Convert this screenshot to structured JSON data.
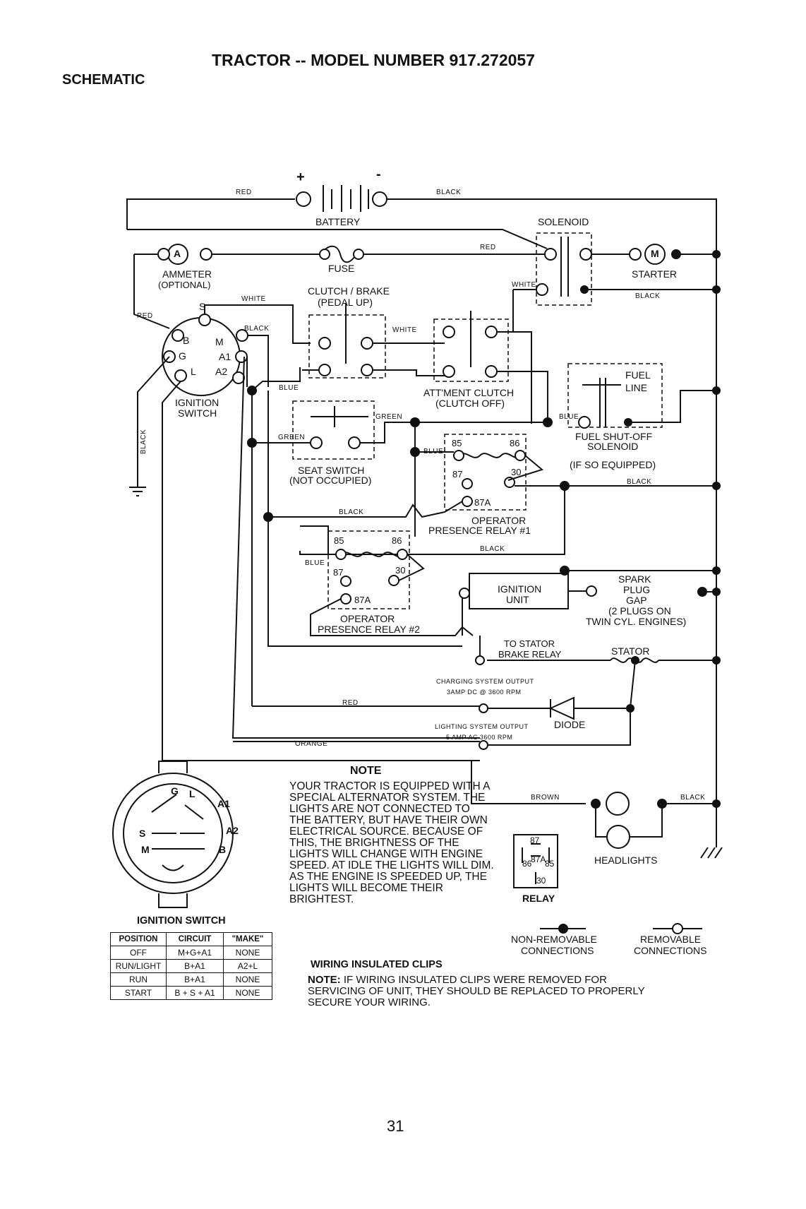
{
  "title": "TRACTOR -- MODEL NUMBER 917.272057",
  "section": "SCHEMATIC",
  "battery": {
    "label": "BATTERY",
    "plus": "+",
    "minus": "-"
  },
  "components": {
    "solenoid": "SOLENOID",
    "ammeter": "AMMETER",
    "ammeter_note": "(OPTIONAL)",
    "ammeter_symbol": "A",
    "fuse": "FUSE",
    "starter": "STARTER",
    "starter_symbol": "M",
    "clutch_brake": "CLUTCH / BRAKE",
    "clutch_brake_note": "(PEDAL UP)",
    "ignition_switch": "IGNITION",
    "ignition_switch2": "SWITCH",
    "attment_clutch": "ATT'MENT CLUTCH",
    "attment_clutch_note": "(CLUTCH OFF)",
    "fuel_line": "FUEL",
    "fuel_line2": "LINE",
    "fuel_shutoff": "FUEL SHUT-OFF",
    "fuel_shutoff2": "SOLENOID",
    "fuel_shutoff3": "(IF SO EQUIPPED)",
    "seat_switch": "SEAT SWITCH",
    "seat_switch_note": "(NOT OCCUPIED)",
    "relay1": "OPERATOR",
    "relay1b": "PRESENCE RELAY #1",
    "relay2": "OPERATOR",
    "relay2b": "PRESENCE RELAY #2",
    "ignition_unit": "IGNITION",
    "ignition_unit2": "UNIT",
    "spark_plug": "SPARK",
    "spark_plug2": "PLUG",
    "spark_plug3": "GAP",
    "spark_plug4": "(2 PLUGS ON",
    "spark_plug5": "TWIN CYL. ENGINES)",
    "to_stator": "TO STATOR",
    "brake_relay": "BRAKE RELAY",
    "stator": "STATOR",
    "charging": "CHARGING SYSTEM OUTPUT",
    "charging2": "3AMP DC @ 3600 RPM",
    "diode": "DIODE",
    "lighting": "LIGHTING SYSTEM OUTPUT",
    "lighting2": "5 AMP AC 3600 RPM",
    "headlights": "HEADLIGHTS",
    "relay": "RELAY"
  },
  "switch_terminals": [
    "S",
    "B",
    "M",
    "G",
    "A1",
    "L",
    "A2"
  ],
  "relay_pins": {
    "p85": "85",
    "p86": "86",
    "p87": "87",
    "p30": "30",
    "p87a": "87A"
  },
  "wire_colors": {
    "red": "RED",
    "black": "BLACK",
    "white": "WHITE",
    "blue": "BLUE",
    "green": "GREEN",
    "brown": "BROWN",
    "orange": "ORANGE"
  },
  "note": {
    "title": "NOTE",
    "body": "YOUR TRACTOR IS EQUIPPED WITH A SPECIAL ALTERNATOR SYSTEM. THE LIGHTS ARE NOT CONNECTED TO THE BATTERY, BUT HAVE THEIR OWN ELECTRICAL SOURCE. BECAUSE OF THIS, THE BRIGHTNESS OF THE LIGHTS WILL CHANGE WITH ENGINE SPEED. AT IDLE THE LIGHTS WILL DIM. AS THE ENGINE IS SPEEDED UP, THE LIGHTS WILL BECOME THEIR BRIGHTEST."
  },
  "legend": {
    "non_removable": "NON-REMOVABLE",
    "non_removable2": "CONNECTIONS",
    "removable": "REMOVABLE",
    "removable2": "CONNECTIONS"
  },
  "ignition_switch_diagram": {
    "title": "IGNITION SWITCH",
    "letters": [
      "G",
      "L",
      "A1",
      "S",
      "A2",
      "M",
      "B"
    ],
    "headers": [
      "POSITION",
      "CIRCUIT",
      "\"MAKE\""
    ],
    "rows": [
      [
        "OFF",
        "M+G+A1",
        "NONE"
      ],
      [
        "RUN/LIGHT",
        "B+A1",
        "A2+L"
      ],
      [
        "RUN",
        "B+A1",
        "NONE"
      ],
      [
        "START",
        "B + S + A1",
        "NONE"
      ]
    ]
  },
  "wiring_clips": {
    "title": "WIRING INSULATED CLIPS",
    "note_label": "NOTE:",
    "note_text": "IF WIRING INSULATED CLIPS WERE REMOVED FOR SERVICING OF UNIT, THEY SHOULD BE REPLACED TO PROPERLY SECURE YOUR WIRING."
  },
  "page_number": "31",
  "colors": {
    "ink": "#111111",
    "paper": "#ffffff"
  }
}
